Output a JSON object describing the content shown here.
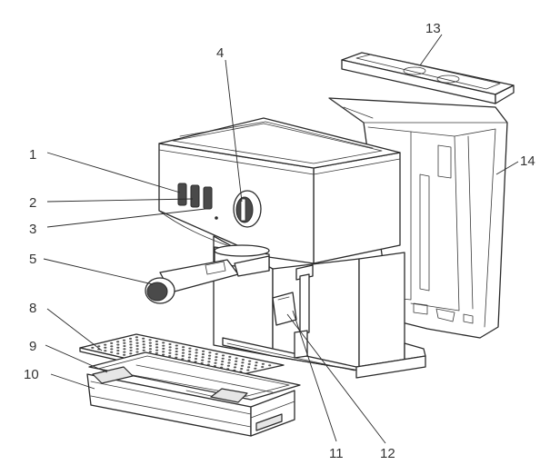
{
  "callouts": [
    "1",
    "2",
    "3",
    "4",
    "5",
    "8",
    "9",
    "10",
    "11",
    "12",
    "13",
    "14"
  ]
}
